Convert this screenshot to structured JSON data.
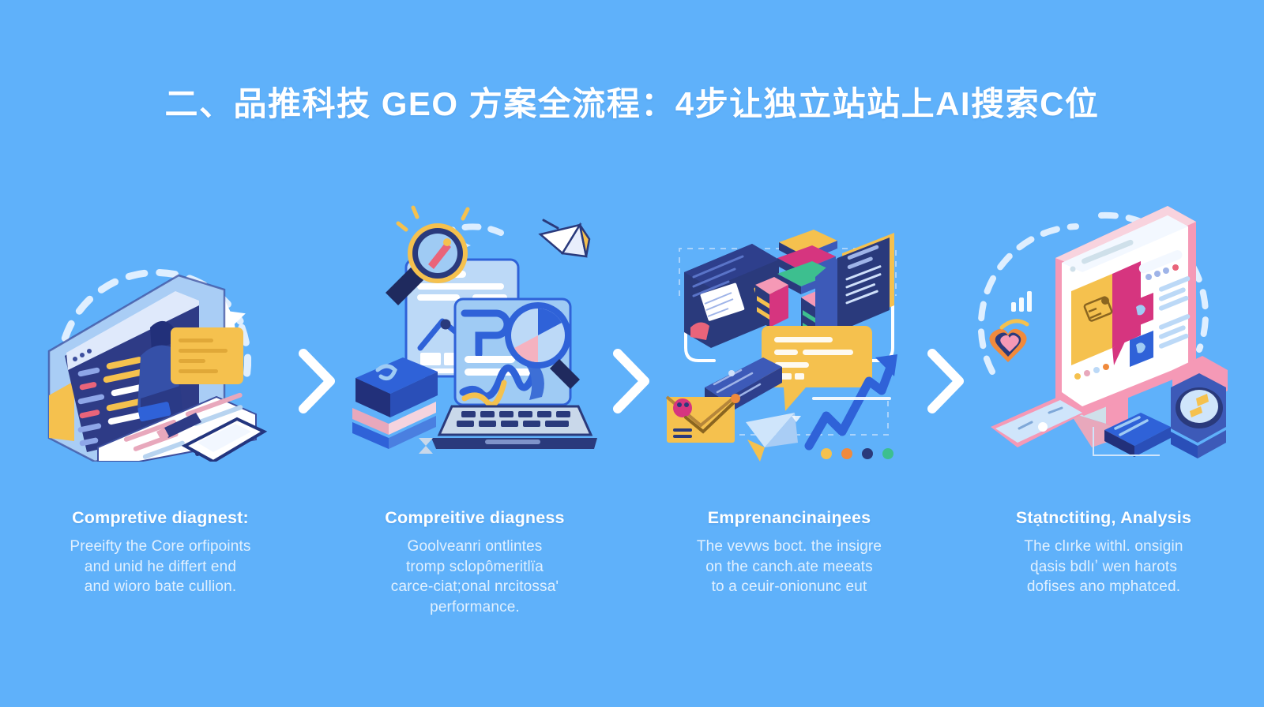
{
  "page": {
    "background_color": "#5fb1fa",
    "title": "二、品推科技 GEO 方案全流程：4步让独立站站上AI搜索C位"
  },
  "arrows": {
    "color": "#ffffff",
    "label": "next-step-chevron"
  },
  "steps": [
    {
      "id": "step-1",
      "illustration": "laptop-code-review-illustration",
      "heading": "Compretive diagnest:",
      "body_lines": [
        "Preeifty the Core orfipoints",
        "and unid he differt end",
        "and wioro bate cullion."
      ]
    },
    {
      "id": "step-2",
      "illustration": "magnifier-analytics-laptop-illustration",
      "heading": "Compreitive diagness",
      "body_lines": [
        "Goolveanri ontlintes",
        "tromp sclopômeritlïa",
        "carce-ciat;onal nrcitossaʹ",
        "performance."
      ]
    },
    {
      "id": "step-3",
      "illustration": "content-distribution-growth-illustration",
      "heading": "Emprenancinaiŋees",
      "body_lines": [
        "The vevws boct. the insigre",
        "on the canch.ate meeats",
        "to a ceuir-onionunc eut"
      ]
    },
    {
      "id": "step-4",
      "illustration": "social-dashboard-monitoring-illustration",
      "heading": "Stạtnctiting, Analysis",
      "body_lines": [
        "The clırke withl. onsigin",
        "ɖasis bdlıʼ wen harots",
        "dofises ano mphatced."
      ]
    }
  ],
  "palette": {
    "background": "#5fb1fa",
    "navy": "#2a3a7c",
    "deep_navy": "#1f2a5e",
    "royal_blue": "#2f62d8",
    "mid_blue": "#4a7fe0",
    "pale_blue": "#a9cdf5",
    "light_blue": "#cfe5fb",
    "yellow": "#f5c14e",
    "amber": "#f0b429",
    "pink": "#f599b6",
    "magenta": "#d6357f",
    "rose": "#f8d3de",
    "white": "#ffffff",
    "teal": "#3dbf8f",
    "orange": "#f08a3c"
  }
}
